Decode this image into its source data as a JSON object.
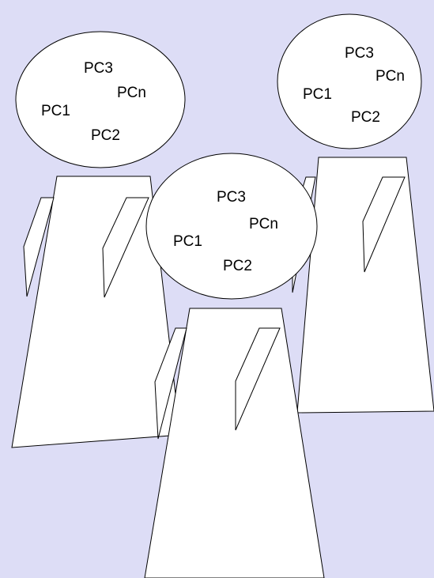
{
  "colors": {
    "background": "#ddddf6",
    "figure_fill": "#ffffff",
    "outline": "#000000"
  },
  "figures": [
    {
      "id": "left",
      "bubble_labels": {
        "pc3": "PC3",
        "pcn": "PCn",
        "pc1": "PC1",
        "pc2": "PC2"
      }
    },
    {
      "id": "right",
      "bubble_labels": {
        "pc3": "PC3",
        "pcn": "PCn",
        "pc1": "PC1",
        "pc2": "PC2"
      }
    },
    {
      "id": "center",
      "bubble_labels": {
        "pc3": "PC3",
        "pcn": "PCn",
        "pc1": "PC1",
        "pc2": "PC2"
      }
    }
  ]
}
